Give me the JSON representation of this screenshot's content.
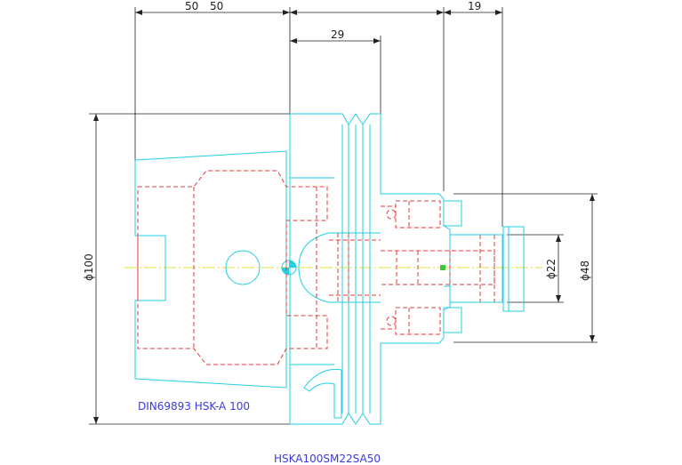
{
  "dimensions": {
    "top_left_a": "50",
    "top_left_b": "50",
    "top_right": "19",
    "middle": "29",
    "diameter_100": "ϕ100",
    "diameter_22": "ϕ22",
    "diameter_48": "ϕ48"
  },
  "labels": {
    "standard": "DIN69893 HSK-A 100",
    "part_number": "HSKA100SM22SA50"
  },
  "colors": {
    "outline": "#22cfe6",
    "hidden": "#e23b3b",
    "dimension": "#222222",
    "centerline": "#e6e23a",
    "label": "#3b3bd8"
  }
}
